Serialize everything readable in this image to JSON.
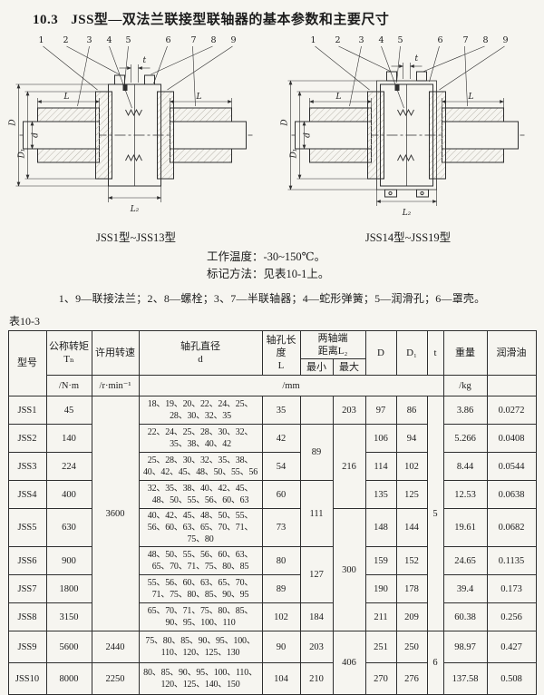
{
  "page": {
    "section_number": "10.3",
    "title": "JSS型—双法兰联接型联轴器的基本参数和主要尺寸"
  },
  "figures": {
    "left": {
      "caption": "JSS1型~JSS13型"
    },
    "right": {
      "caption": "JSS14型~JSS19型"
    },
    "callouts": [
      "1",
      "2",
      "3",
      "4",
      "5",
      "6",
      "7",
      "8",
      "9"
    ],
    "dims": {
      "t": "t",
      "L": "L",
      "L2": "L₂",
      "D": "D",
      "D1": "D₁",
      "d": "d"
    },
    "notes": [
      "工作温度：-30~150℃。",
      "标记方法：见表10-1上。"
    ],
    "legend": "1、9—联接法兰；2、8—螺栓；3、7—半联轴器；4—蛇形弹簧；5—润滑孔；6—罩壳。"
  },
  "table": {
    "label": "表10-3",
    "headers": {
      "model": "型号",
      "torque_name": "公称转矩",
      "torque_symbol": "Tₙ",
      "speed_name": "许用转速",
      "bore_dia_name": "轴孔直径",
      "bore_dia_symbol": "d",
      "bore_len_name": "轴孔长度",
      "bore_len_symbol": "L",
      "dist_line1": "两轴端",
      "dist_line2": "距离L₂",
      "min": "最小",
      "max": "最大",
      "D": "D",
      "D1": "D₁",
      "t": "t",
      "weight": "重量",
      "oil": "润滑油",
      "unit_torque": "/N·m",
      "unit_speed": "/r·min⁻¹",
      "unit_mm": "/mm",
      "unit_weight": "/kg"
    },
    "rows": [
      {
        "model": "JSS1",
        "torque": "45",
        "speed": "3600",
        "bores": "18、19、20、22、24、25、28、30、32、35",
        "L": "35",
        "l2min": "",
        "l2max": "203",
        "D": "97",
        "D1": "86",
        "t": "5",
        "weight": "3.86",
        "oil": "0.0272"
      },
      {
        "model": "JSS2",
        "torque": "140",
        "bores": "22、24、25、28、30、32、35、38、40、42",
        "L": "42",
        "l2min": "89",
        "l2max": "216",
        "D": "106",
        "D1": "94",
        "weight": "5.266",
        "oil": "0.0408"
      },
      {
        "model": "JSS3",
        "torque": "224",
        "bores": "25、28、30、32、35、38、40、42、45、48、50、55、56",
        "L": "54",
        "D": "114",
        "D1": "102",
        "weight": "8.44",
        "oil": "0.0544"
      },
      {
        "model": "JSS4",
        "torque": "400",
        "bores": "32、35、38、40、42、45、48、50、55、56、60、63",
        "L": "60",
        "l2min": "111",
        "D": "135",
        "D1": "125",
        "weight": "12.53",
        "oil": "0.0638"
      },
      {
        "model": "JSS5",
        "torque": "630",
        "bores": "40、42、45、48、50、55、56、60、63、65、70、71、75、80",
        "L": "73",
        "l2max": "300",
        "D": "148",
        "D1": "144",
        "weight": "19.61",
        "oil": "0.0682"
      },
      {
        "model": "JSS6",
        "torque": "900",
        "bores": "48、50、55、56、60、63、65、70、71、75、80、85",
        "L": "80",
        "l2min": "127",
        "D": "159",
        "D1": "152",
        "weight": "24.65",
        "oil": "0.1135"
      },
      {
        "model": "JSS7",
        "torque": "1800",
        "bores": "55、56、60、63、65、70、71、75、80、85、90、95",
        "L": "89",
        "D": "190",
        "D1": "178",
        "weight": "39.4",
        "oil": "0.173"
      },
      {
        "model": "JSS8",
        "torque": "3150",
        "bores": "65、70、71、75、80、85、90、95、100、110",
        "L": "102",
        "l2min": "184",
        "D": "211",
        "D1": "209",
        "weight": "60.38",
        "oil": "0.256"
      },
      {
        "model": "JSS9",
        "torque": "5600",
        "speed": "2440",
        "bores": "75、80、85、90、95、100、110、120、125、130",
        "L": "90",
        "l2min": "203",
        "l2max": "406",
        "D": "251",
        "D1": "250",
        "t": "6",
        "weight": "98.97",
        "oil": "0.427"
      },
      {
        "model": "JSS10",
        "torque": "8000",
        "speed": "2250",
        "bores": "80、85、90、95、100、110、120、125、140、150",
        "L": "104",
        "l2min": "210",
        "D": "270",
        "D1": "276",
        "weight": "137.58",
        "oil": "0.508"
      }
    ]
  }
}
